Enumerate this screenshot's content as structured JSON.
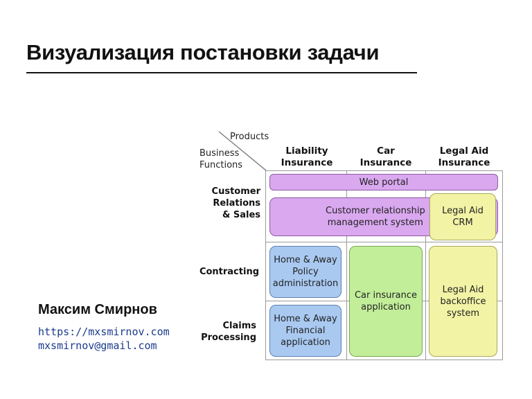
{
  "slide": {
    "title": "Визуализация постановки задачи"
  },
  "author": {
    "name": "Максим Смирнов",
    "url": "https://mxsmirnov.com",
    "email": "mxsmirnov@gmail.com"
  },
  "diagram": {
    "axis_columns_label": "Products",
    "axis_rows_label": "Business\nFunctions",
    "columns": [
      "Liability\nInsurance",
      "Car\nInsurance",
      "Legal Aid\nInsurance"
    ],
    "rows": [
      "Customer\nRelations\n& Sales",
      "Contracting",
      "Claims\nProcessing"
    ],
    "systems": [
      {
        "label": "Web portal",
        "color": "#d9a8ef"
      },
      {
        "label": "Customer relationship\nmanagement system",
        "color": "#d9a8ef"
      },
      {
        "label": "Legal Aid\nCRM",
        "color": "#f3f3a6"
      },
      {
        "label": "Home & Away\nPolicy\nadministration",
        "color": "#a9c9f1"
      },
      {
        "label": "Car insurance\napplication",
        "color": "#c2ee9a"
      },
      {
        "label": "Legal Aid\nbackoffice\nsystem",
        "color": "#f3f3a6"
      },
      {
        "label": "Home & Away\nFinancial\napplication",
        "color": "#a9c9f1"
      }
    ]
  }
}
